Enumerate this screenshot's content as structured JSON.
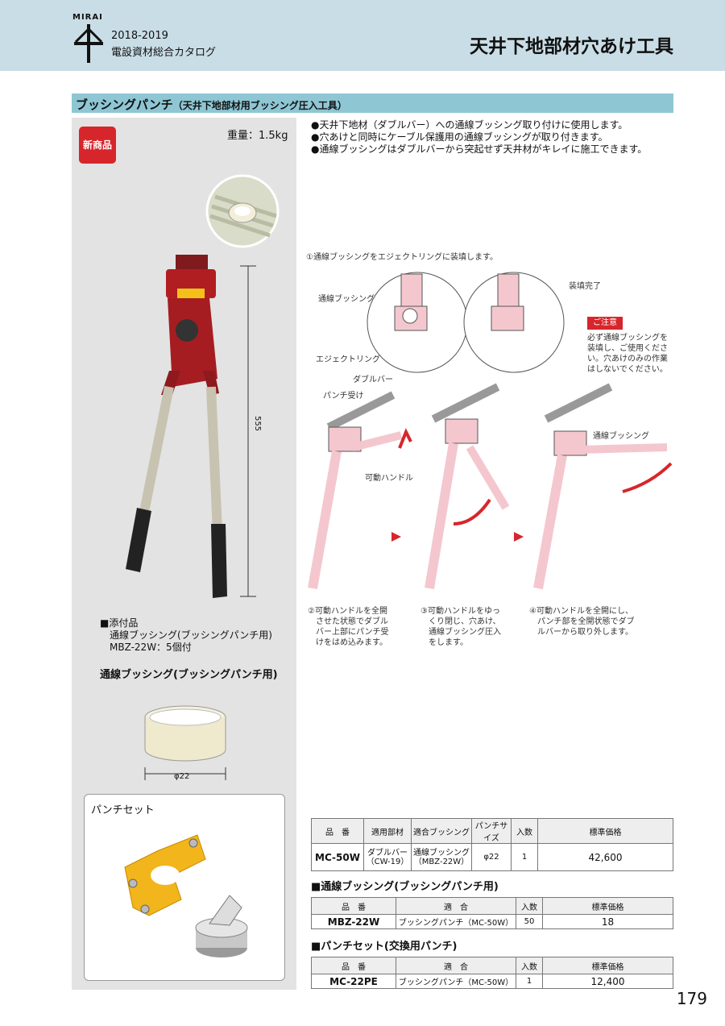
{
  "header": {
    "brand": "MIRAI",
    "year": "2018-2019",
    "catalog": "電設資材総合カタログ",
    "title": "天井下地部材穴あけ工具"
  },
  "section": {
    "title": "ブッシングパンチ",
    "subtitle": "（天井下地部材用ブッシング圧入工具）"
  },
  "left": {
    "badge": "新商品",
    "weight": "重量：1.5kg",
    "dimension": "555",
    "accessories": [
      "■添付品",
      "通線ブッシング(ブッシングパンチ用)",
      "MBZ-22W：5個付"
    ],
    "bushing_title": "通線ブッシング(ブッシングパンチ用)",
    "bushing_dim": "φ22",
    "punchset_label": "パンチセット"
  },
  "bullets": [
    "●天井下地材（ダブルバー）への通線ブッシング取り付けに使用します。",
    "●穴あけと同時にケーブル保護用の通線ブッシングが取り付きます。",
    "●通線ブッシングはダブルバーから突起せず天井材がキレイに施工できます。"
  ],
  "diagram": {
    "step1": "①通線ブッシングをエジェクトリングに装填します。",
    "label_bushing": "通線ブッシング",
    "label_eject": "エジェクトリング",
    "label_done": "装填完了",
    "label_double": "ダブルバー",
    "label_receiver": "パンチ受け",
    "label_handle": "可動ハンドル",
    "label_bushing2": "通線ブッシング",
    "caution_label": "ご注意",
    "caution_text": [
      "必ず通線ブッシングを",
      "装填し、ご使用くださ",
      "い。穴あけのみの作業",
      "はしないでください。"
    ],
    "step2": [
      "②可動ハンドルを全開",
      "　させた状態でダブル",
      "　バー上部にパンチ受",
      "　けをはめ込みます。"
    ],
    "step3": [
      "③可動ハンドルをゆっ",
      "　くり閉じ、穴あけ、",
      "　通線ブッシング圧入",
      "　をします。"
    ],
    "step4": [
      "④可動ハンドルを全開にし、",
      "　パンチ部を全開状態でダブ",
      "　ルバーから取り外します。"
    ]
  },
  "table1": {
    "headers": [
      "品　番",
      "適用部材",
      "適合ブッシング",
      "パンチサイズ",
      "入数",
      "標準価格"
    ],
    "row": [
      "MC-50W",
      "ダブルバー\n（CW-19）",
      "通線ブッシング\n（MBZ-22W）",
      "φ22",
      "1",
      "42,600"
    ]
  },
  "table2": {
    "title": "■通線ブッシング(ブッシングパンチ用)",
    "headers": [
      "品　番",
      "適　合",
      "入数",
      "標準価格"
    ],
    "row": [
      "MBZ-22W",
      "ブッシングパンチ（MC-50W）",
      "50",
      "18"
    ]
  },
  "table3": {
    "title": "■パンチセット(交換用パンチ)",
    "headers": [
      "品　番",
      "適　合",
      "入数",
      "標準価格"
    ],
    "row": [
      "MC-22PE",
      "ブッシングパンチ（MC-50W）",
      "1",
      "12,400"
    ]
  },
  "page_number": "179",
  "colors": {
    "header_bg": "#c9dde6",
    "section_bar": "#8ec6d4",
    "badge": "#d7262b",
    "tool_red": "#b01e22",
    "grip": "#222222"
  }
}
